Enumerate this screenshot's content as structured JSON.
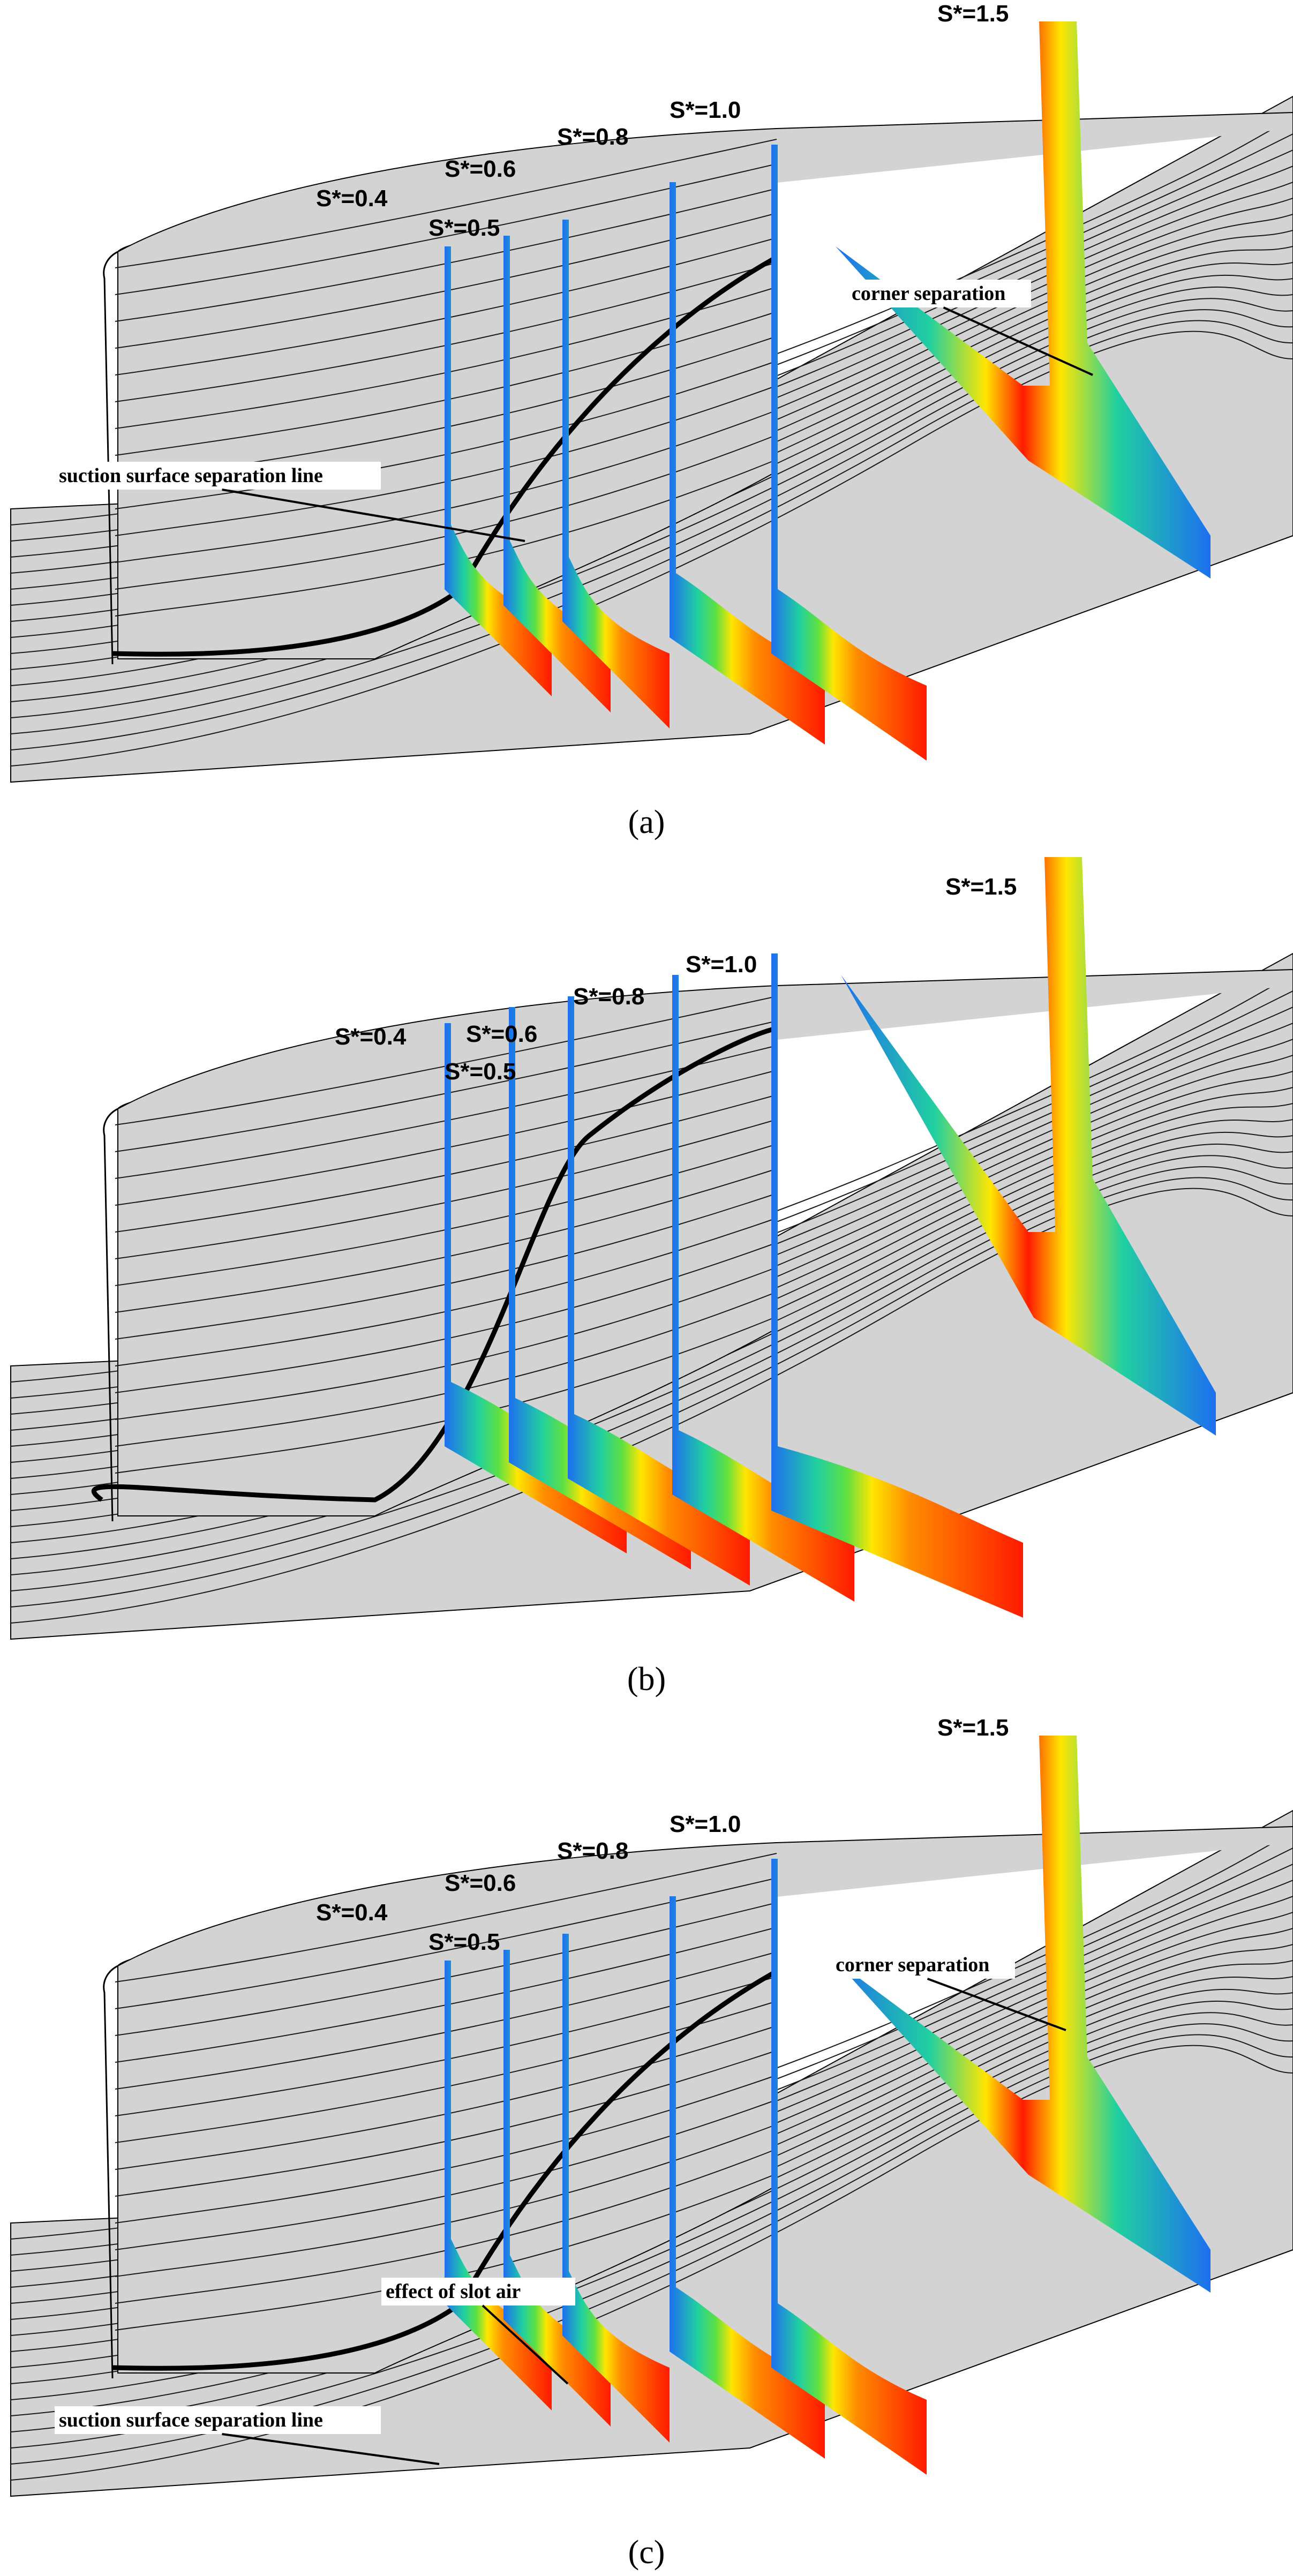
{
  "panels": [
    {
      "id": "a",
      "caption": "(a)",
      "station_labels": [
        "S*=0.4",
        "S*=0.5",
        "S*=0.6",
        "S*=0.8",
        "S*=1.0",
        "S*=1.5"
      ],
      "annotations": [
        "suction surface separation line",
        "corner separation"
      ]
    },
    {
      "id": "b",
      "caption": "(b)",
      "station_labels": [
        "S*=0.4",
        "S*=0.5",
        "S*=0.6",
        "S*=0.8",
        "S*=1.0",
        "S*=1.5"
      ],
      "annotations": []
    },
    {
      "id": "c",
      "caption": "(c)",
      "station_labels": [
        "S*=0.4",
        "S*=0.5",
        "S*=0.6",
        "S*=0.8",
        "S*=1.0",
        "S*=1.5"
      ],
      "annotations": [
        "suction surface separation line",
        "effect of slot air",
        "corner separation"
      ]
    }
  ],
  "colors": {
    "surface": "#d3d3d3",
    "streamline": "#1a1a1a",
    "contour_low": "#1e6ff0",
    "contour_mid": "#20d0a0",
    "contour_high": "#ff1a00"
  }
}
